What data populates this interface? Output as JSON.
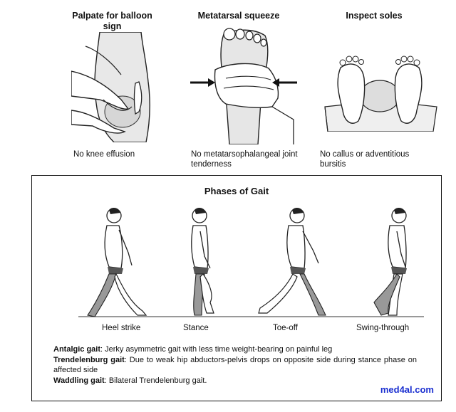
{
  "exam_panels": [
    {
      "title": "Palpate for balloon sign",
      "caption": "No knee effusion",
      "icon": "knee-palpation-illustration"
    },
    {
      "title": "Metatarsal squeeze",
      "caption": "No metatarsophalangeal joint tenderness",
      "icon": "foot-squeeze-illustration"
    },
    {
      "title": "Inspect soles",
      "caption": "No callus or adventitious bursitis",
      "icon": "soles-inspection-illustration"
    }
  ],
  "gait": {
    "title": "Phases of Gait",
    "phases": [
      "Heel strike",
      "Stance",
      "Toe-off",
      "Swing-through"
    ],
    "definitions": [
      {
        "term": "Antalgic gait",
        "text": ": Jerky asymmetric gait with less time weight-bearing on painful leg"
      },
      {
        "term": "Trendelenburg gait",
        "text": ":  Due to weak hip abductors-pelvis drops on opposite side during stance phase on affected side"
      },
      {
        "term": "Waddling gait",
        "text": ": Bilateral Trendelenburg gait."
      }
    ]
  },
  "watermark": "med4al.com"
}
